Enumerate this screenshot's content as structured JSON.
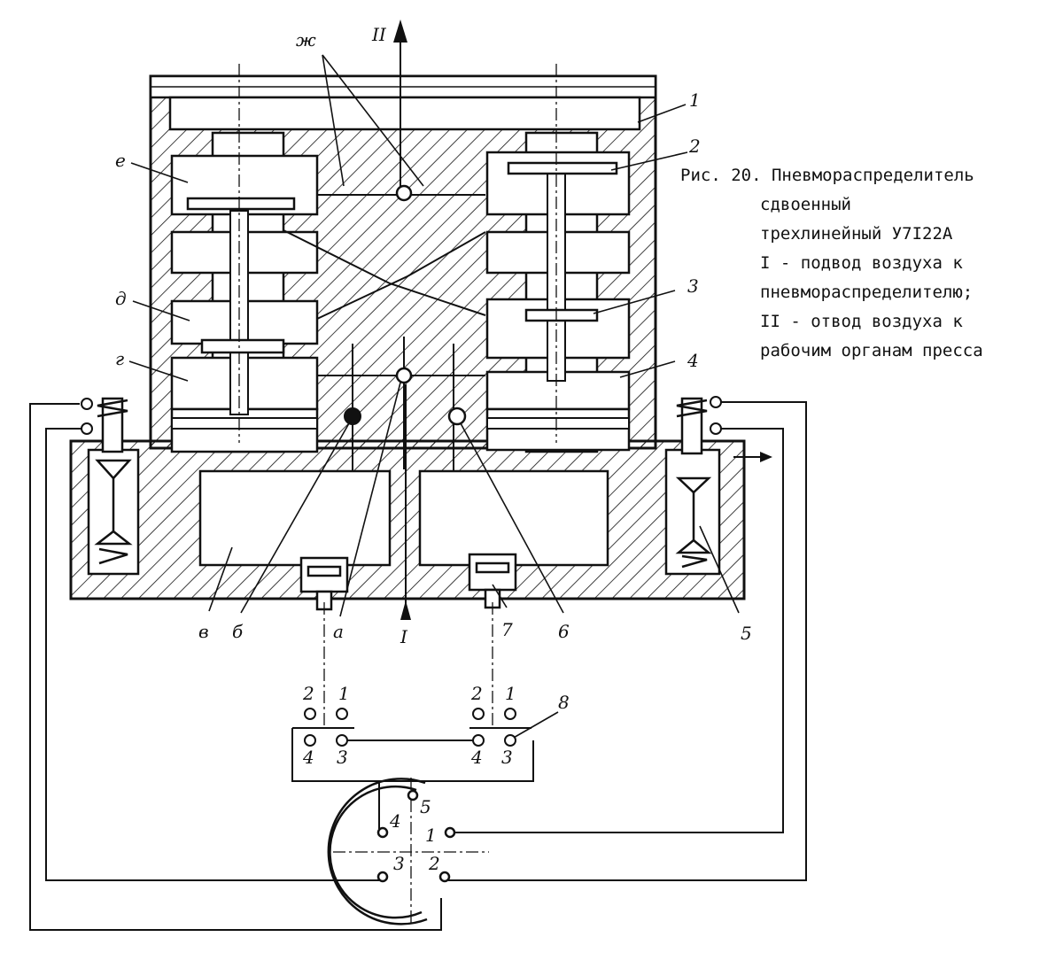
{
  "figure": {
    "caption_lines": [
      "Рис. 20. Пневмораспределитель",
      "сдвоенный",
      "трехлинейный У7І22А",
      "І - подвод воздуха к",
      "пневмораспределителю;",
      "ІІ - отвод воздуха к",
      "рабочим органам пресса"
    ]
  },
  "labels": {
    "part_1": "1",
    "part_2": "2",
    "part_3": "3",
    "part_4": "4",
    "part_5": "5",
    "part_6": "6",
    "part_7": "7",
    "part_8": "8",
    "letter_e": "е",
    "letter_d": "д",
    "letter_g": "г",
    "letter_v": "в",
    "letter_b": "б",
    "letter_a": "а",
    "letter_zh": "ж",
    "flow_in": "І",
    "flow_out": "ІІ"
  },
  "switch_pins": {
    "left_top": [
      "2",
      "1"
    ],
    "left_bottom": [
      "4",
      "3"
    ],
    "right_top": [
      "2",
      "1"
    ],
    "right_bottom": [
      "4",
      "3"
    ]
  },
  "connector_pins": [
    "1",
    "2",
    "3",
    "4",
    "5"
  ]
}
